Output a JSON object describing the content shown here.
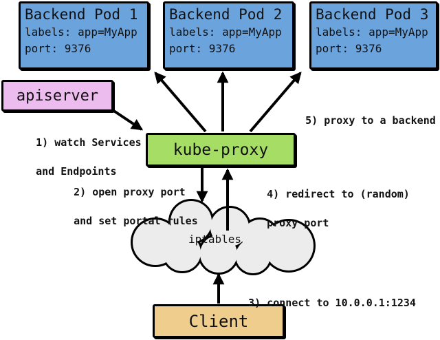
{
  "nodes": {
    "pod1": {
      "title": "Backend Pod 1",
      "labels_line": "labels: app=MyApp",
      "port_line": "port: 9376"
    },
    "pod2": {
      "title": "Backend Pod 2",
      "labels_line": "labels: app=MyApp",
      "port_line": "port: 9376"
    },
    "pod3": {
      "title": "Backend Pod 3",
      "labels_line": "labels: app=MyApp",
      "port_line": "port: 9376"
    },
    "apiserver": {
      "label": "apiserver"
    },
    "kube_proxy": {
      "label": "kube-proxy"
    },
    "iptables": {
      "label": "iptables"
    },
    "client": {
      "label": "Client"
    }
  },
  "steps": {
    "step1": {
      "line1": "1) watch Services",
      "line2": "and Endpoints"
    },
    "step2": {
      "line1": "2) open proxy port",
      "line2": "and set portal rules"
    },
    "step3": {
      "line1": "3) connect to 10.0.0.1:1234"
    },
    "step4": {
      "line1": "4) redirect to (random)",
      "line2": "proxy port"
    },
    "step5": {
      "line1": "5) proxy to a backend"
    }
  },
  "colors": {
    "pod_fill": "#6ba3dc",
    "apiserver_fill": "#edbcee",
    "kube_proxy_fill": "#a5dd65",
    "client_fill": "#efcd8d",
    "cloud_fill": "#ececec",
    "stroke": "#000000",
    "background": "#ffffff"
  }
}
